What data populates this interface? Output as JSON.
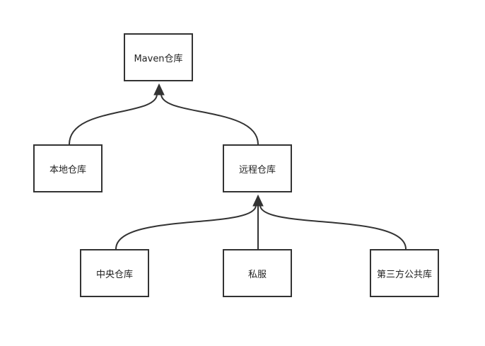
{
  "diagram": {
    "colors": {
      "stroke": "#333333",
      "fill": "#ffffff",
      "text": "#222222"
    },
    "nodes": {
      "maven": {
        "label": "Maven仓库"
      },
      "local": {
        "label": "本地仓库"
      },
      "remote": {
        "label": "远程仓库"
      },
      "central": {
        "label": "中央仓库"
      },
      "private": {
        "label": "私服"
      },
      "third_party": {
        "label": "第三方公共库"
      }
    },
    "edges": [
      {
        "from": "本地仓库",
        "to": "Maven仓库"
      },
      {
        "from": "远程仓库",
        "to": "Maven仓库"
      },
      {
        "from": "中央仓库",
        "to": "远程仓库"
      },
      {
        "from": "私服",
        "to": "远程仓库"
      },
      {
        "from": "第三方公共库",
        "to": "远程仓库"
      }
    ]
  }
}
